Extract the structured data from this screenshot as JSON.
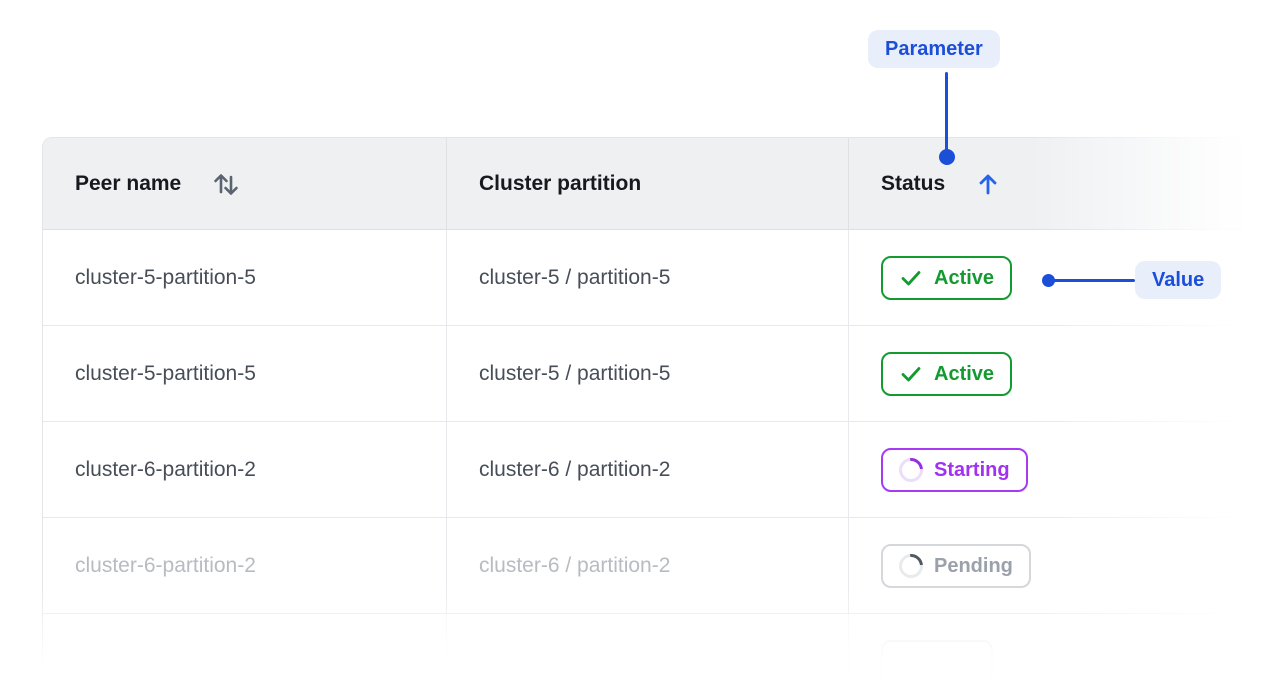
{
  "annotations": {
    "parameter": {
      "label": "Parameter"
    },
    "value": {
      "label": "Value"
    }
  },
  "table": {
    "header": {
      "peer_name": "Peer name",
      "cluster_partition": "Cluster partition",
      "status": "Status",
      "peer_name_sort": "both",
      "status_sort": "ascending"
    },
    "rows": [
      {
        "peer_name": "cluster-5-partition-5",
        "cluster_partition": "cluster-5 / partition-5",
        "status": {
          "label": "Active",
          "state": "active"
        }
      },
      {
        "peer_name": "cluster-5-partition-5",
        "cluster_partition": "cluster-5 / partition-5",
        "status": {
          "label": "Active",
          "state": "active"
        }
      },
      {
        "peer_name": "cluster-6-partition-2",
        "cluster_partition": "cluster-6 / partition-2",
        "status": {
          "label": "Starting",
          "state": "starting"
        }
      },
      {
        "peer_name": "cluster-6-partition-2",
        "cluster_partition": "cluster-6 / partition-2",
        "status": {
          "label": "Pending",
          "state": "pending"
        },
        "faded": true
      },
      {
        "peer_name": "",
        "cluster_partition": "",
        "status": {
          "label": "",
          "state": "pending"
        },
        "partial": true
      }
    ]
  },
  "colors": {
    "annotation_blue": "#1c4fd8",
    "annotation_pill_bg": "#e9eefb",
    "sort_arrow_blue": "#2563eb",
    "sort_both_gray": "#5b6270",
    "active_green": "#149b30",
    "starting_purple": "#a132f2",
    "pending_gray": "#9aa1ab",
    "header_bg": "#eef0f2",
    "border": "#e3e5e8",
    "cell_text": "#474e58",
    "faded_text": "#b8bbc1"
  }
}
